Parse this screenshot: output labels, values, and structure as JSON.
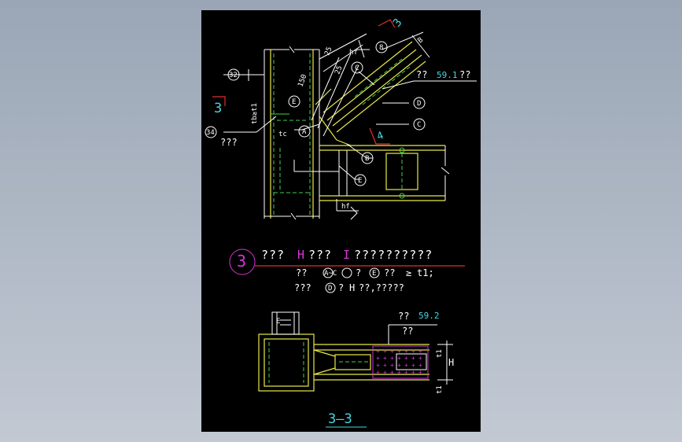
{
  "labels": {
    "a": "A",
    "b": "B",
    "c": "C",
    "d": "D",
    "e": "E",
    "n8": "8",
    "n32": "32",
    "n34": "34",
    "dim25a": "25",
    "dim25b": "25",
    "dim150": "150",
    "sec3": "3",
    "arrow4": "4",
    "tc": "tc",
    "tf": "tf",
    "hf": "hf",
    "hf2": "hf",
    "tbt": "tb≥t1",
    "unk_left": "???",
    "ref1_pre": "??",
    "ref1": "59.1",
    "ref1_post": "??",
    "big3": "3",
    "title_a": "???",
    "title_h": "H",
    "title_b": "???",
    "title_i": "I",
    "title_c": "??????????",
    "line2_a": "??",
    "line2_ac": "A~C",
    "line2_b": "?",
    "line2_e": "E",
    "line2_c": "??",
    "line2_d": "≥",
    "line2_t": "t1;",
    "line3_a": "???",
    "line3_d": "D",
    "line3_b": "?",
    "line3_h": "H",
    "line3_c": "??,?????",
    "ref2_pre": "??",
    "ref2": "59.2",
    "ref2_b": "??",
    "H": "H",
    "t1a": "t1",
    "t1b": "t1",
    "section": "3—3"
  }
}
